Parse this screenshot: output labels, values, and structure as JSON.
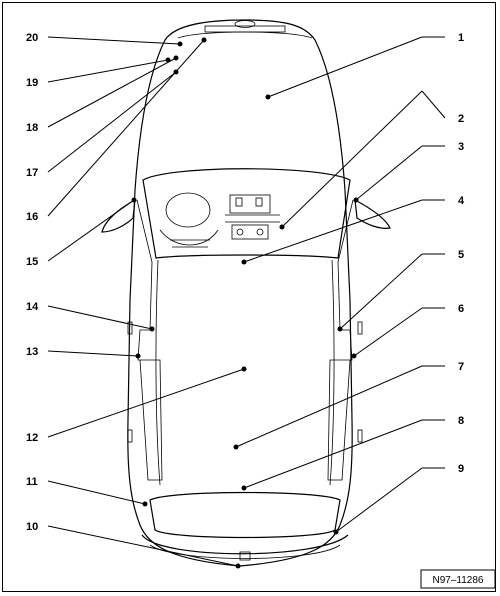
{
  "diagram": {
    "reference_code": "N97–11286",
    "callouts_left": [
      {
        "id": "c20",
        "label": "20"
      },
      {
        "id": "c19",
        "label": "19"
      },
      {
        "id": "c18",
        "label": "18"
      },
      {
        "id": "c17",
        "label": "17"
      },
      {
        "id": "c16",
        "label": "16"
      },
      {
        "id": "c15",
        "label": "15"
      },
      {
        "id": "c14",
        "label": "14"
      },
      {
        "id": "c13",
        "label": "13"
      },
      {
        "id": "c12",
        "label": "12"
      },
      {
        "id": "c11",
        "label": "11"
      },
      {
        "id": "c10",
        "label": "10"
      }
    ],
    "callouts_right": [
      {
        "id": "c1",
        "label": "1"
      },
      {
        "id": "c2",
        "label": "2"
      },
      {
        "id": "c3",
        "label": "3"
      },
      {
        "id": "c4",
        "label": "4"
      },
      {
        "id": "c5",
        "label": "5"
      },
      {
        "id": "c6",
        "label": "6"
      },
      {
        "id": "c7",
        "label": "7"
      },
      {
        "id": "c8",
        "label": "8"
      },
      {
        "id": "c9",
        "label": "9"
      }
    ]
  }
}
